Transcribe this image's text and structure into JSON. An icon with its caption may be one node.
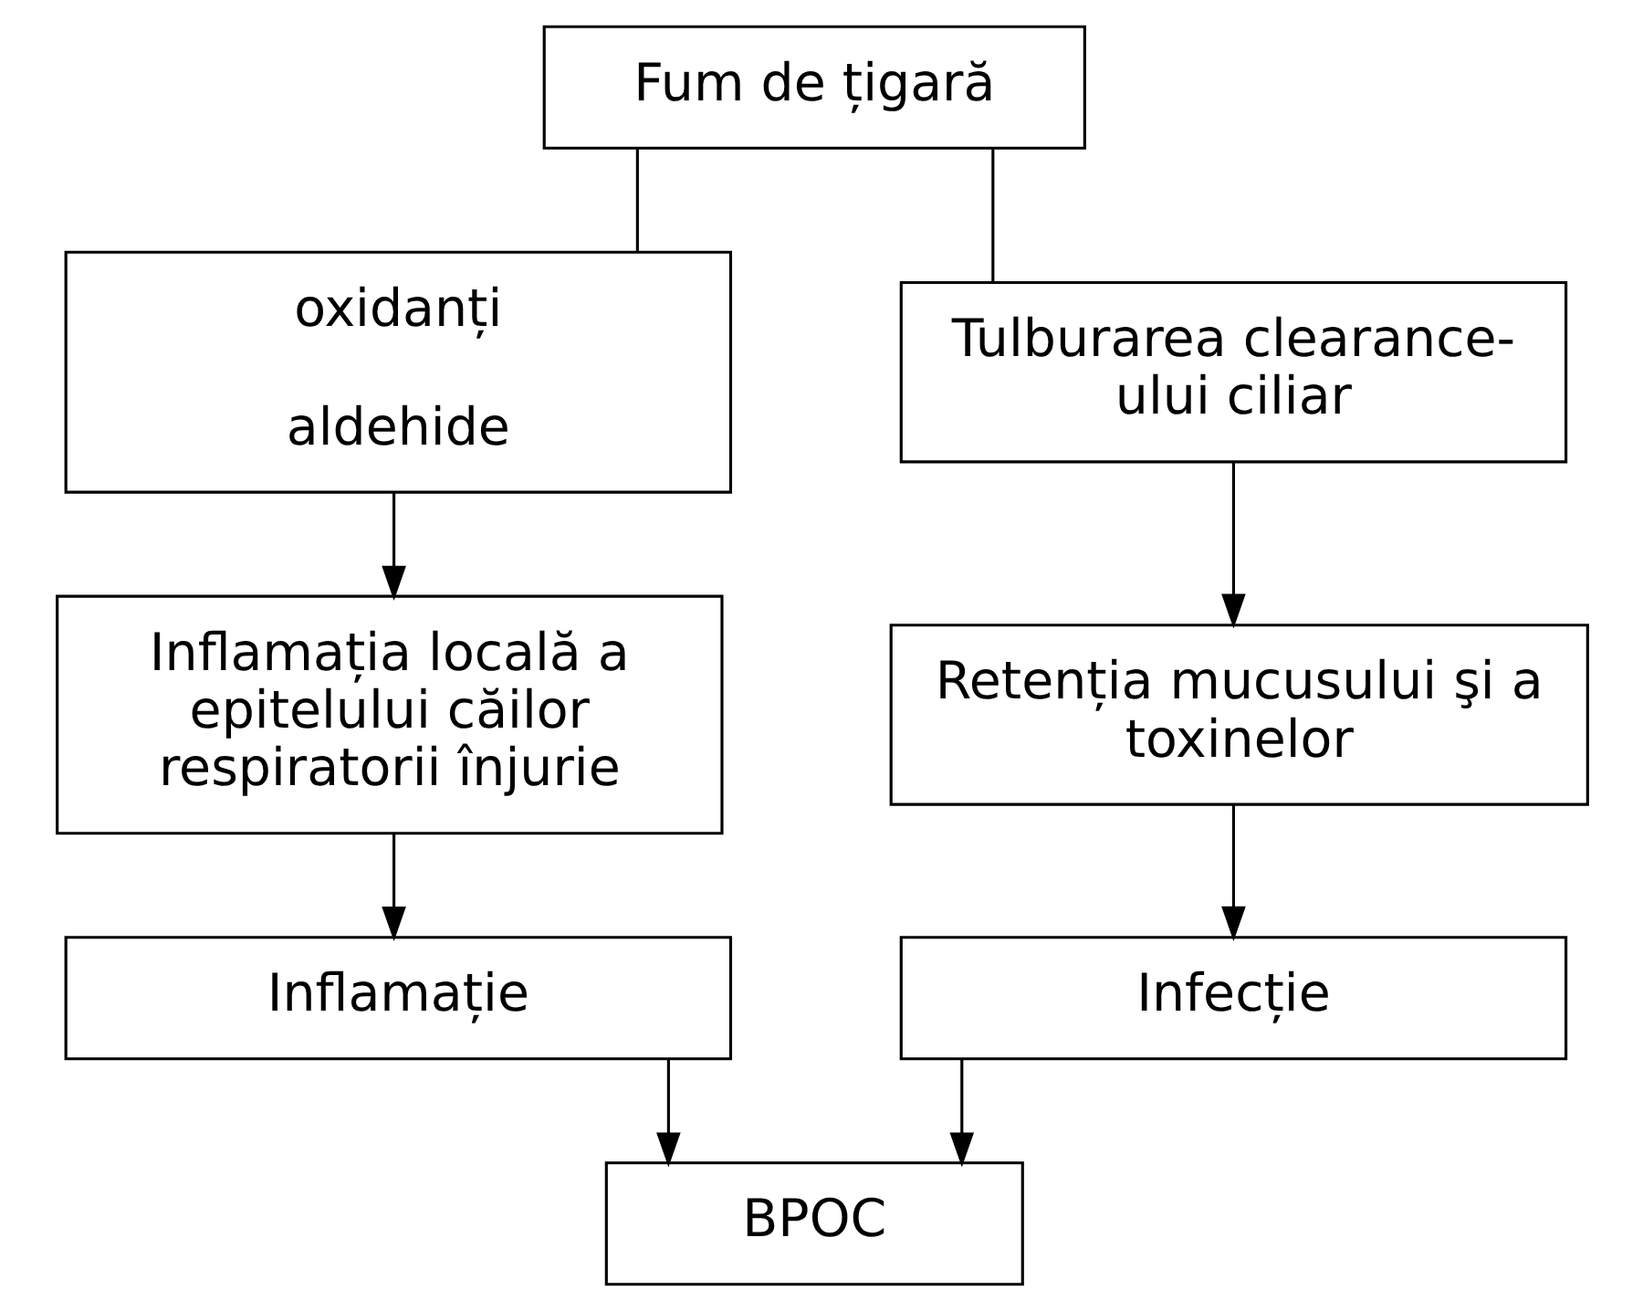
{
  "diagram": {
    "nodes": [
      {
        "text": [
          "Fum de țigară"
        ]
      },
      {
        "text": [
          "oxidanți",
          "aldehide"
        ]
      },
      {
        "text": [
          "Tulburarea clearance-ului ciliar"
        ]
      },
      {
        "text": [
          "Inflamația locală a epitelului căilor respiratorii înjurie"
        ]
      },
      {
        "text": [
          "Retenția mucusului şi a toxinelor"
        ]
      },
      {
        "text": [
          "Inflamație"
        ]
      },
      {
        "text": [
          "Infecție"
        ]
      },
      {
        "text": [
          "BPOC"
        ]
      }
    ],
    "edges": [
      {
        "from": 0,
        "to": 1,
        "arrow": "none"
      },
      {
        "from": 0,
        "to": 2,
        "arrow": "none"
      },
      {
        "from": 1,
        "to": 3,
        "arrow": "to"
      },
      {
        "from": 2,
        "to": 4,
        "arrow": "to"
      },
      {
        "from": 3,
        "to": 5,
        "arrow": "to"
      },
      {
        "from": 4,
        "to": 6,
        "arrow": "to"
      },
      {
        "from": 5,
        "to": 7,
        "arrow": "to"
      },
      {
        "from": 6,
        "to": 7,
        "arrow": "to"
      }
    ]
  }
}
